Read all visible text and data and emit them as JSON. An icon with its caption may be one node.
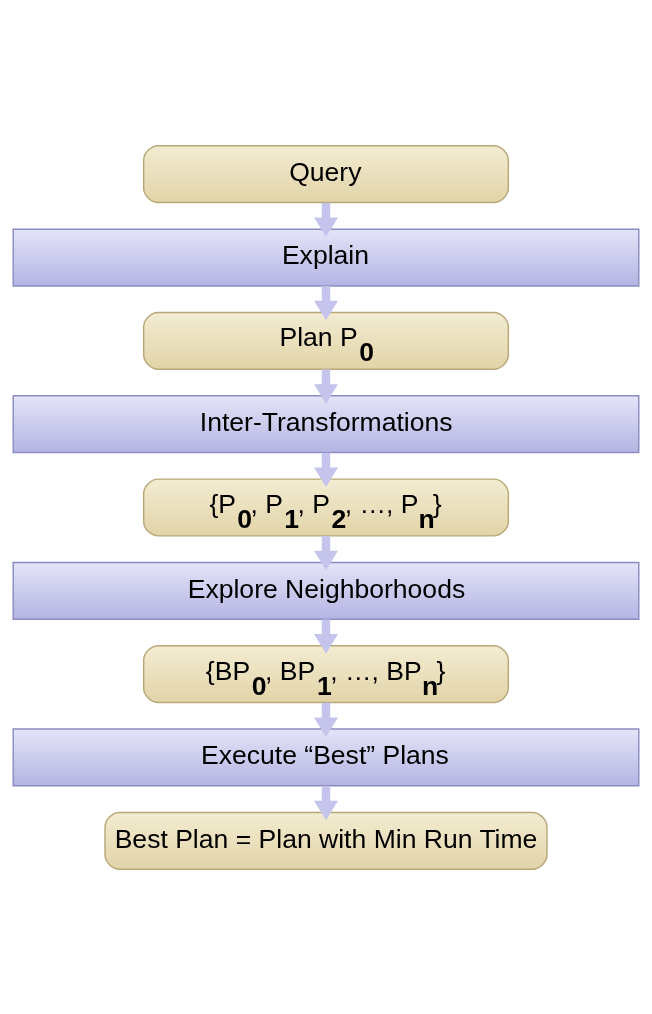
{
  "diagram": {
    "nodes": [
      {
        "text": [
          "Query"
        ]
      },
      {
        "text": [
          "Explain"
        ]
      },
      {
        "text": [
          "Plan P$_{0}$"
        ]
      },
      {
        "text": [
          "Inter-Transformations"
        ]
      },
      {
        "text": [
          "{P$_{0}$, P$_{1}$, P$_{2}$, …, P$_{n}$}"
        ]
      },
      {
        "text": [
          "Explore Neighborhoods"
        ]
      },
      {
        "text": [
          "{BP$_{0}$, BP$_{1}$, …, BP$_{n}$}"
        ]
      },
      {
        "text": [
          "Execute “Best” Plans"
        ]
      },
      {
        "text": [
          "Best Plan = Plan with Min Run Time"
        ]
      }
    ],
    "edges": [
      {
        "from": 0,
        "to": 1,
        "arrow": "to"
      },
      {
        "from": 1,
        "to": 2,
        "arrow": "to"
      },
      {
        "from": 2,
        "to": 3,
        "arrow": "to"
      },
      {
        "from": 3,
        "to": 4,
        "arrow": "to"
      },
      {
        "from": 4,
        "to": 5,
        "arrow": "to"
      },
      {
        "from": 5,
        "to": 6,
        "arrow": "to"
      },
      {
        "from": 6,
        "to": 7,
        "arrow": "to"
      },
      {
        "from": 7,
        "to": 8,
        "arrow": "to"
      }
    ]
  }
}
